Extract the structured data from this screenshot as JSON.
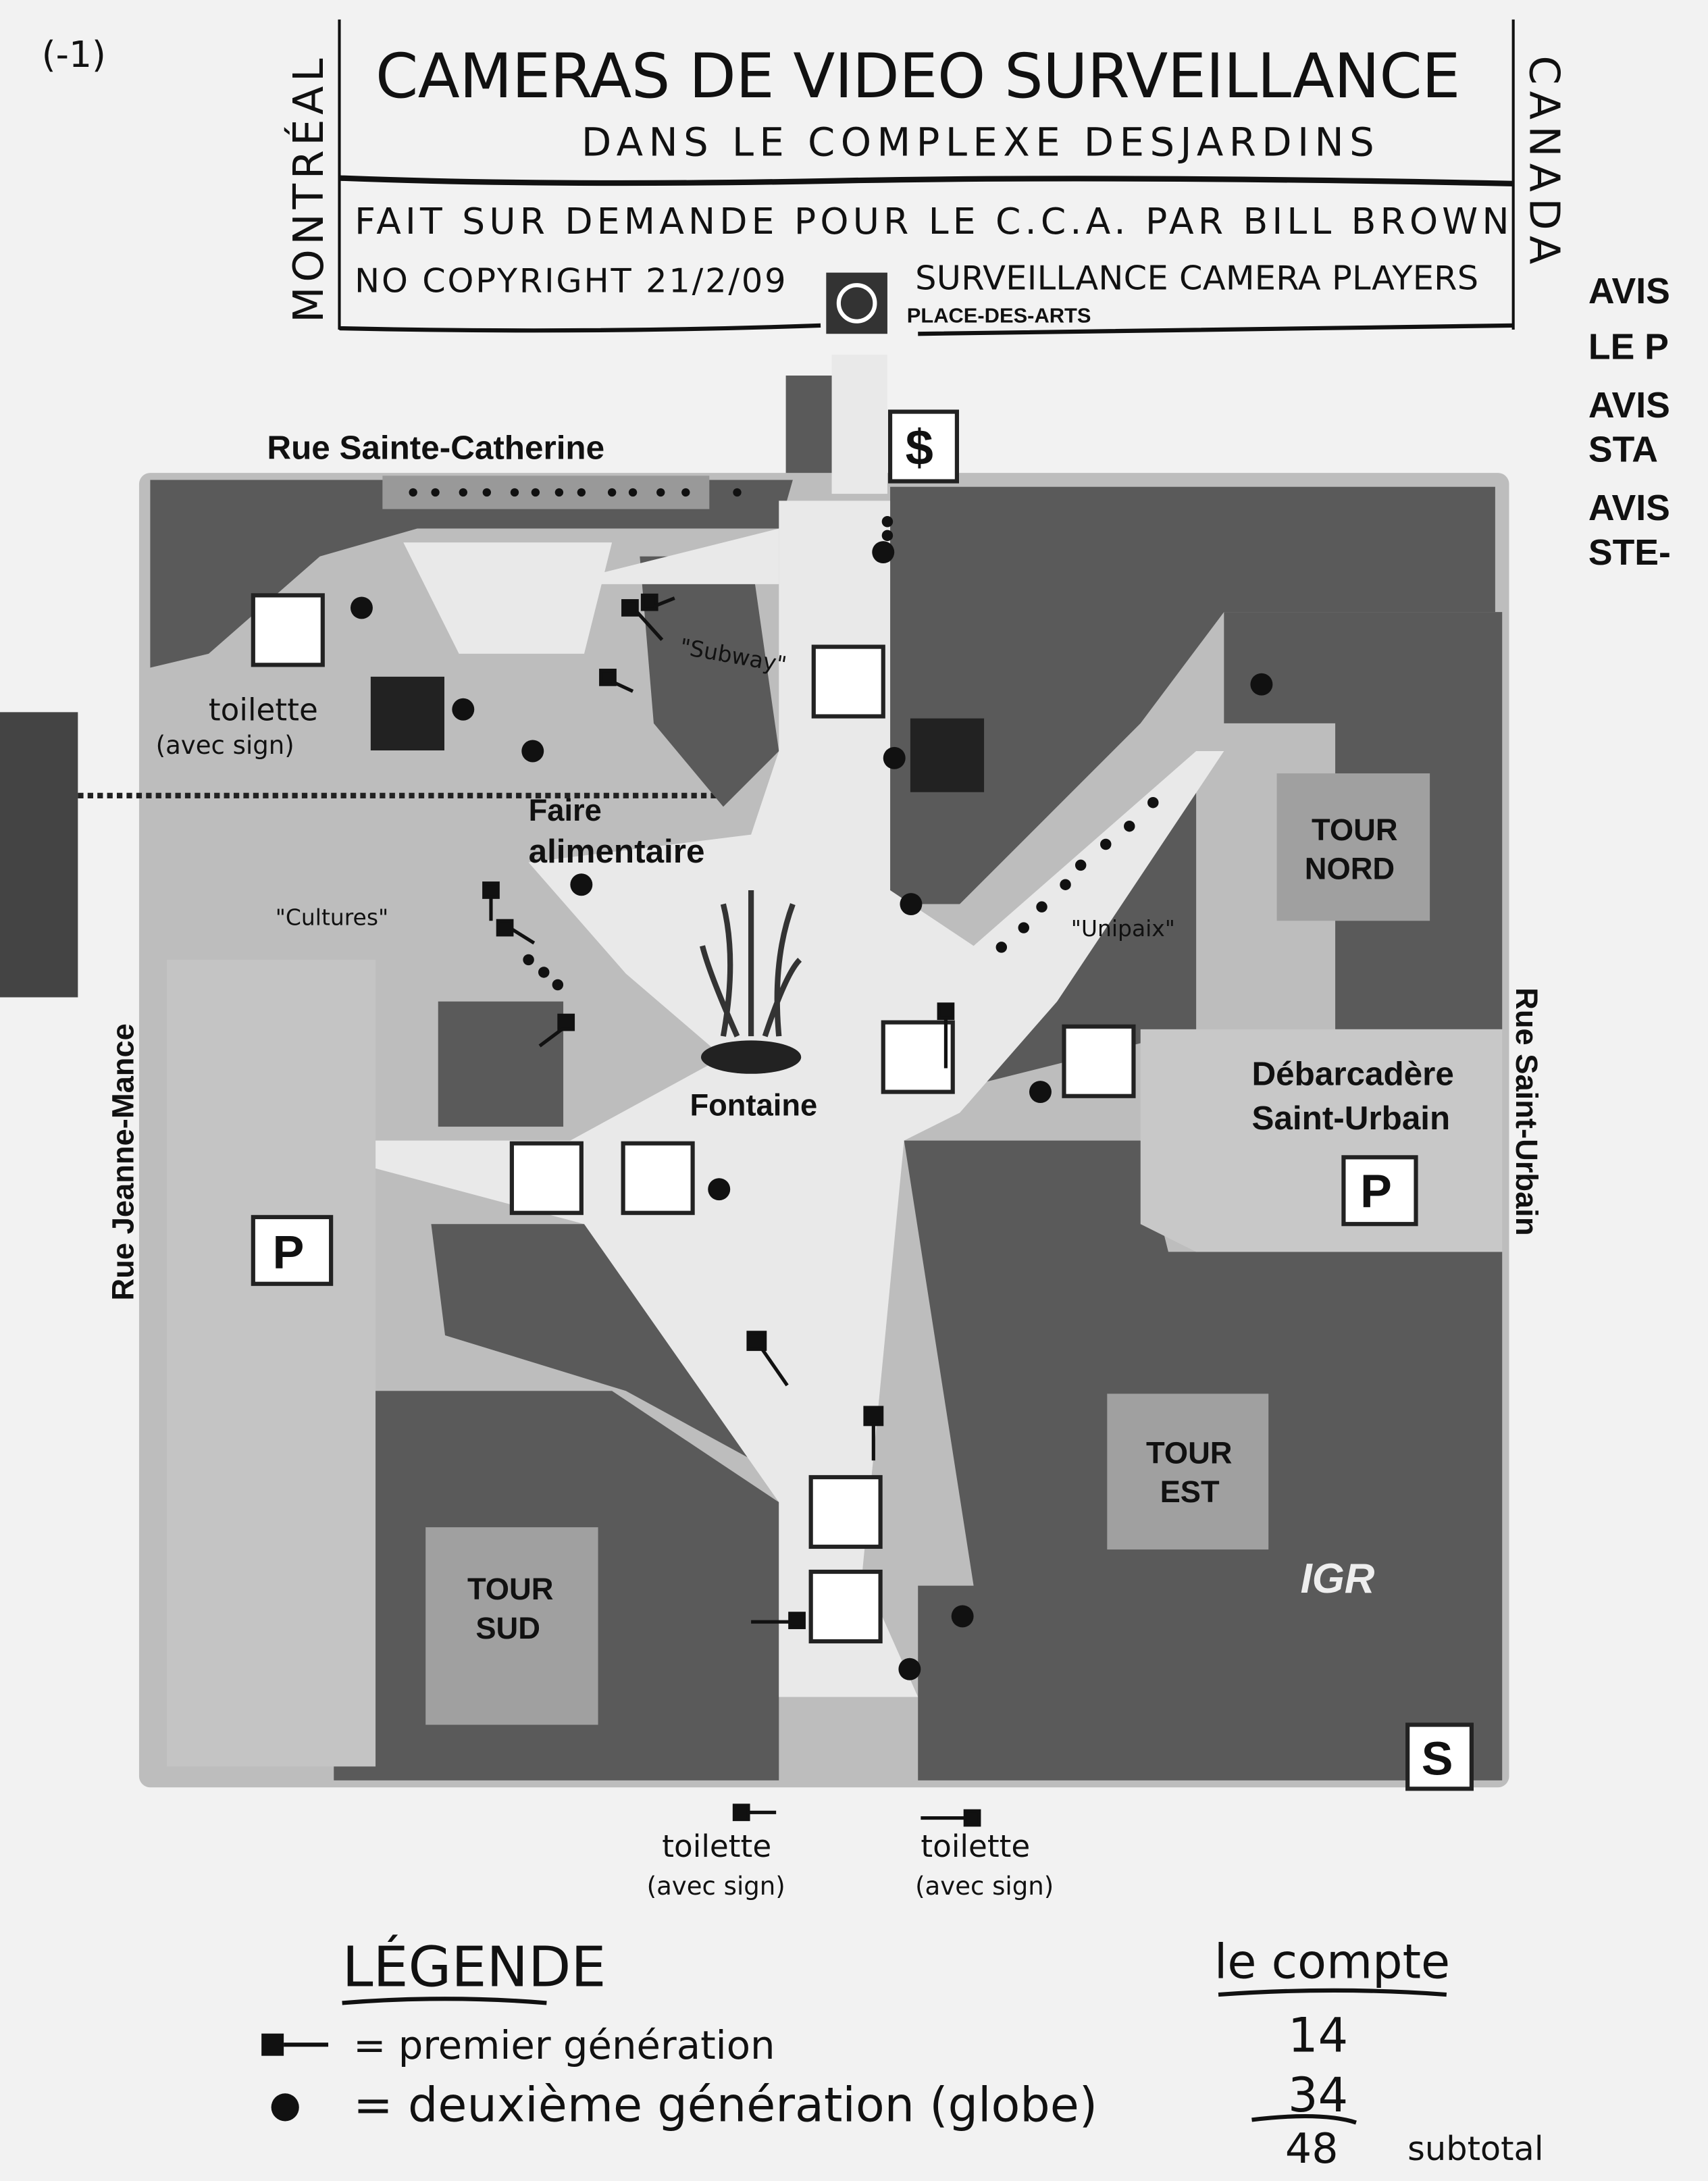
{
  "page_mark": "(-1)",
  "title": {
    "line1": "CAMERAS DE VIDEO SURVEILLANCE",
    "line2": "DANS LE COMPLEXE DESJARDINS",
    "credit1": "FAIT SUR DEMANDE POUR LE C.C.A. PAR BILL BROWN",
    "credit2_left": "NO COPYRIGHT 21/2/09",
    "credit2_right": "SURVEILLANCE CAMERA PLAYERS",
    "side_left": "MONTRÉAL",
    "side_right": "CANADA"
  },
  "map": {
    "metro": "PLACE-DES-ARTS",
    "streets": {
      "north": "Rue Sainte-Catherine",
      "west": "Rue Jeanne-Mance",
      "east": "Rue Saint-Urbain"
    },
    "labels": {
      "food1": "Faire",
      "food2": "alimentaire",
      "fountain": "Fontaine",
      "dock1": "Débarcadère",
      "dock2": "Saint-Urbain",
      "tour_nord1": "TOUR",
      "tour_nord2": "NORD",
      "tour_est1": "TOUR",
      "tour_est2": "EST",
      "tour_sud1": "TOUR",
      "tour_sud2": "SUD",
      "igr": "IGR",
      "parking": "P",
      "dollar": "$",
      "bank_s": "S"
    },
    "annotations": {
      "toilette_w1": "toilette",
      "toilette_w2": "(avec sign)",
      "subway": "\"Subway\"",
      "cultures": "\"Cultures\"",
      "unipaix": "\"Unipaix\"",
      "toilette_b1a": "toilette",
      "toilette_b1b": "(avec sign)",
      "toilette_b2a": "toilette",
      "toilette_b2b": "(avec sign)"
    },
    "background_notice": [
      "AVIS",
      "LE P",
      "AVIS",
      "STA",
      "AVIS",
      "STE-"
    ]
  },
  "legend": {
    "title": "LÉGENDE",
    "first_gen": "= premier génération",
    "second_gen": "= deuxième génération (globe)"
  },
  "count": {
    "title": "le compte",
    "first": "14",
    "second": "34",
    "total": "48",
    "total_label": "subtotal"
  }
}
